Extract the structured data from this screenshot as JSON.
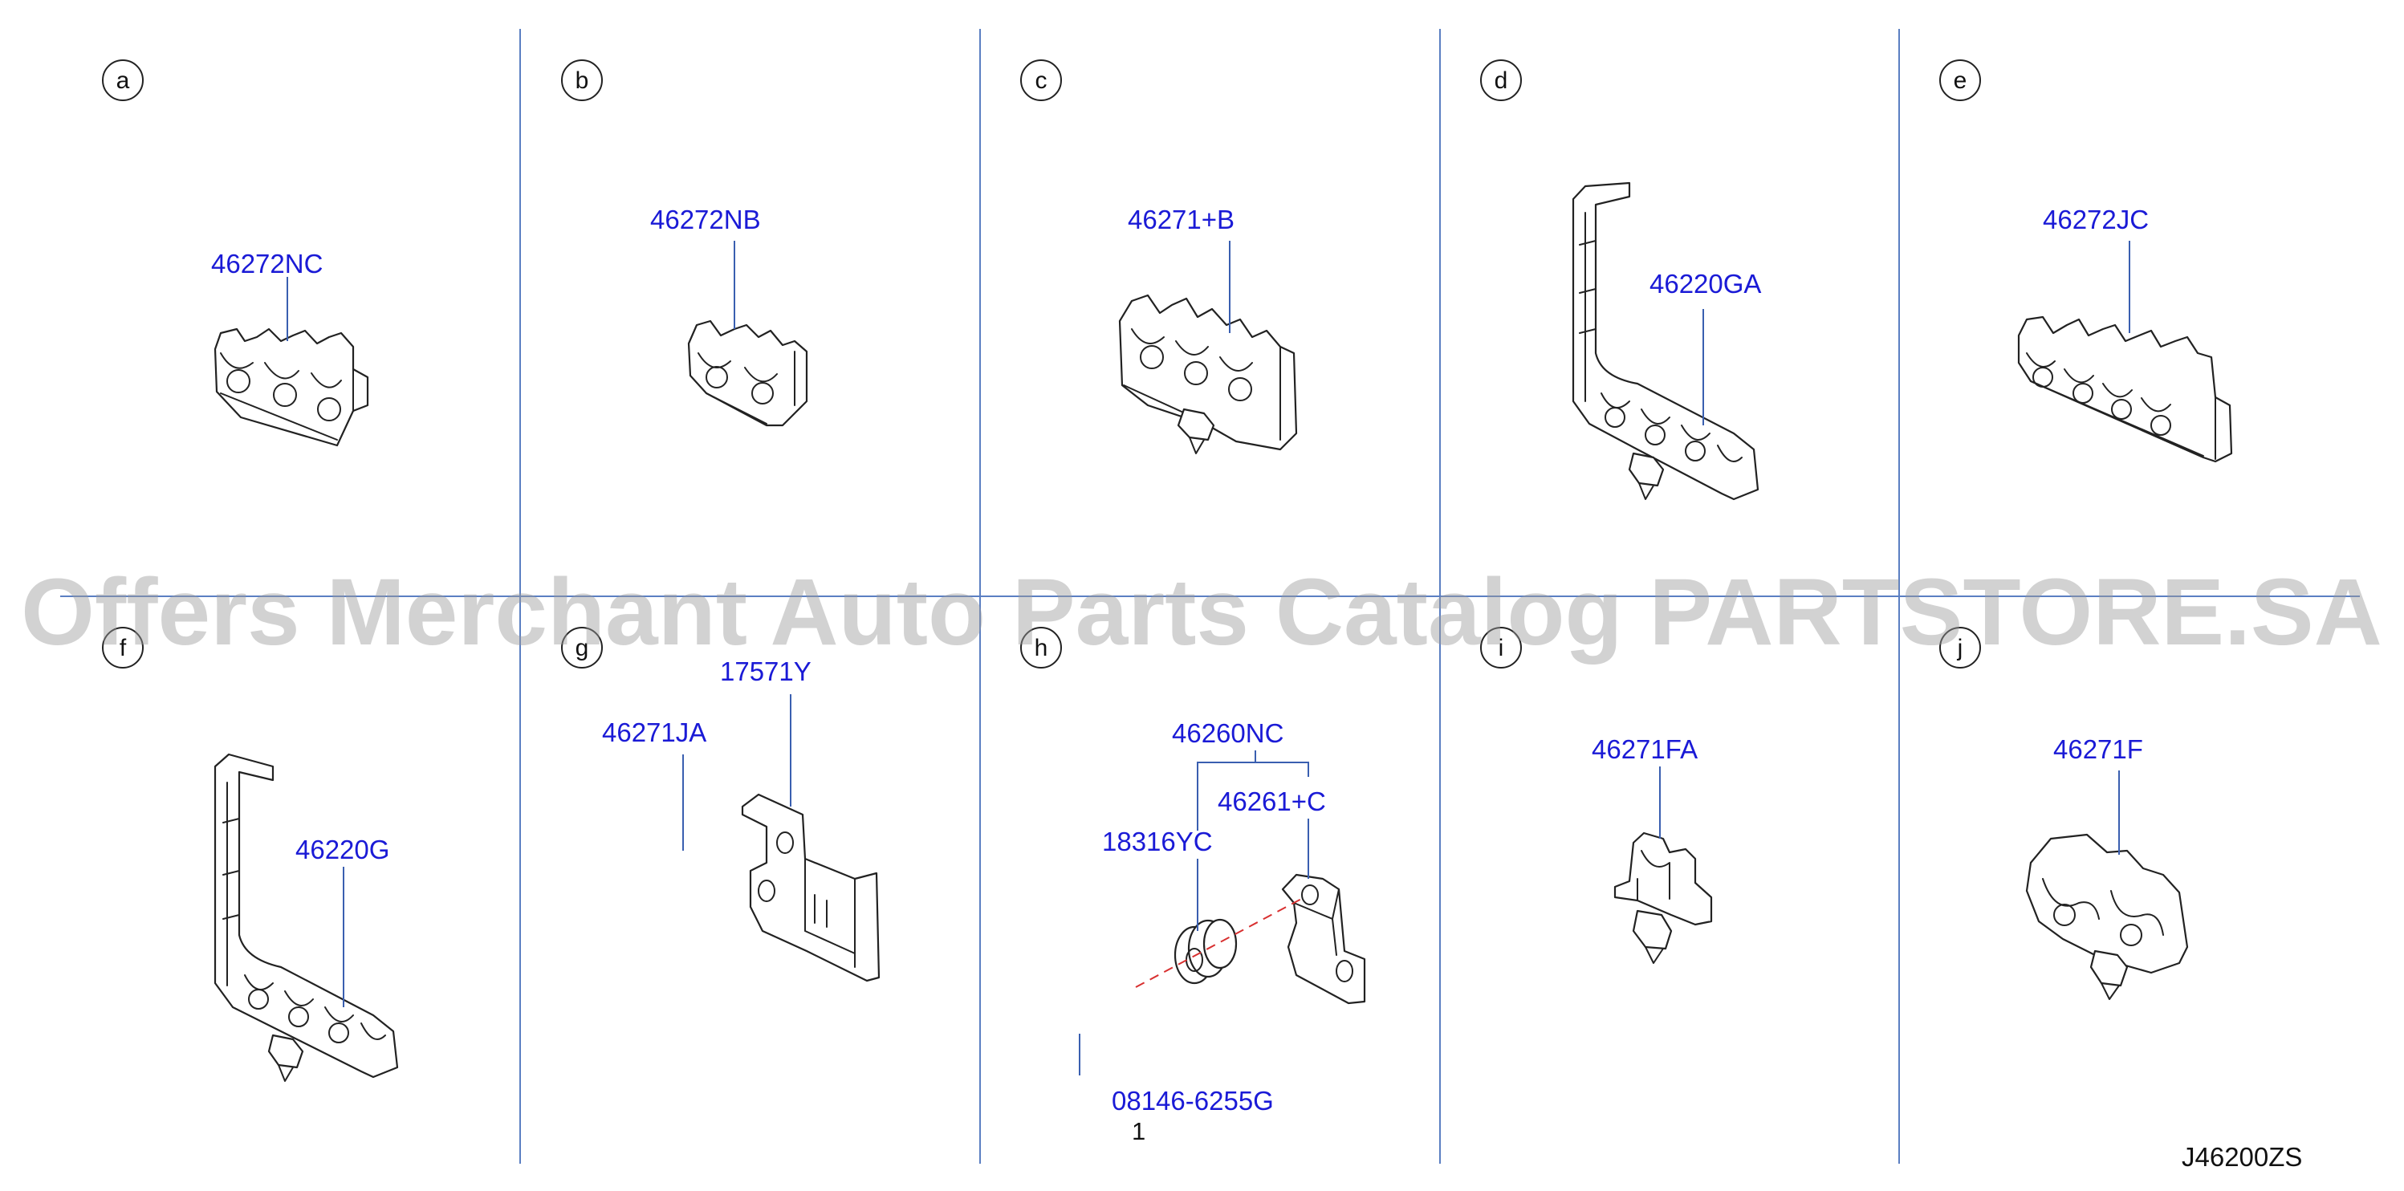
{
  "watermark": "Offers Merchant Auto Parts Catalog PARTSTORE.SA",
  "drawing_code": "J46200ZS",
  "panels": {
    "a": {
      "letter": "a",
      "parts": [
        "46272NC"
      ]
    },
    "b": {
      "letter": "b",
      "parts": [
        "46272NB"
      ]
    },
    "c": {
      "letter": "c",
      "parts": [
        "46271+B"
      ]
    },
    "d": {
      "letter": "d",
      "parts": [
        "46220GA"
      ]
    },
    "e": {
      "letter": "e",
      "parts": [
        "46272JC"
      ]
    },
    "f": {
      "letter": "f",
      "parts": [
        "46220G"
      ]
    },
    "g": {
      "letter": "g",
      "parts": [
        "17571Y",
        "46271JA"
      ]
    },
    "h": {
      "letter": "h",
      "parts": [
        "46260NC",
        "46261+C",
        "18316YC",
        "08146-6255G"
      ],
      "quantity": "1"
    },
    "i": {
      "letter": "i",
      "parts": [
        "46271FA"
      ]
    },
    "j": {
      "letter": "j",
      "parts": [
        "46271F"
      ]
    }
  },
  "colors": {
    "grid": "#5b7fc2",
    "label": "#1a1ad6",
    "leader": "#3a5fb0",
    "axis": "#d83030"
  }
}
